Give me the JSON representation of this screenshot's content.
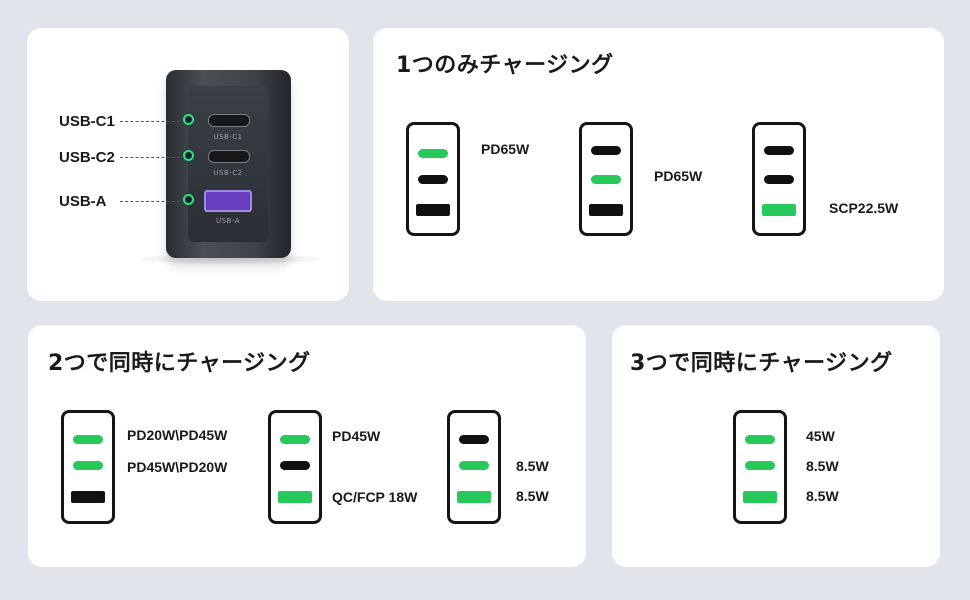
{
  "charger_labels": {
    "c1": "USB-C1",
    "c2": "USB-C2",
    "a": "USB-A"
  },
  "charger_print": {
    "c1": "USB-C1",
    "c2": "USB-C2",
    "a": "USB-A"
  },
  "single": {
    "title": "1つのみチャージング",
    "configs": [
      {
        "c1": "PD65W",
        "c2": "",
        "a": ""
      },
      {
        "c1": "",
        "c2": "PD65W",
        "a": ""
      },
      {
        "c1": "",
        "c2": "",
        "a": "SCP22.5W"
      }
    ]
  },
  "dual": {
    "title": "2つで同時にチャージング",
    "configs": [
      {
        "c1": "PD20W\\PD45W",
        "c2": "PD45W\\PD20W",
        "a": ""
      },
      {
        "c1": "PD45W",
        "c2": "",
        "a": "QC/FCP 18W"
      },
      {
        "c1": "",
        "c2": "8.5W",
        "a": "8.5W"
      }
    ]
  },
  "triple": {
    "title": "3つで同時にチャージング",
    "configs": [
      {
        "c1": "45W",
        "c2": "8.5W",
        "a": "8.5W"
      }
    ]
  },
  "colors": {
    "active": "#27c95a",
    "inactive": "#111111",
    "card": "#ffffff",
    "background": "#e1e5eb"
  }
}
